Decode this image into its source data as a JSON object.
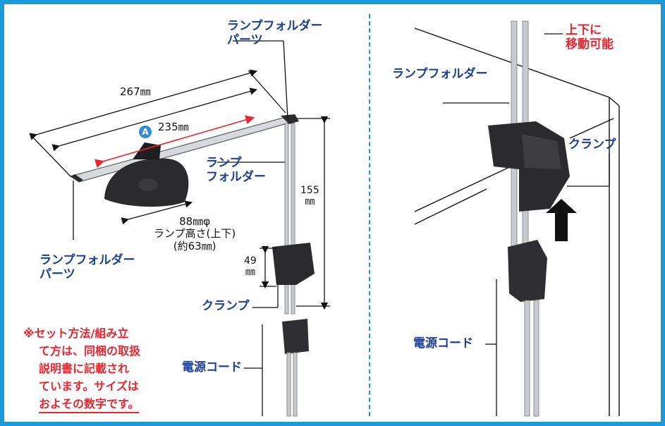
{
  "left": {
    "holder_parts_top": [
      "ランプフォルダー",
      "パーツ"
    ],
    "holder_parts_bottom": [
      "ランプフォルダー",
      "パーツ"
    ],
    "lamp_holder": [
      "ランプ",
      "フォルダー"
    ],
    "clamp": "クランプ",
    "power_cord": "電源コード",
    "dim_267": "267㎜",
    "dim_235": "235㎜",
    "badge": "A",
    "dim_155": [
      "155",
      "㎜"
    ],
    "dim_49": [
      "49",
      "㎜"
    ],
    "lamp_size": [
      "88㎜φ",
      "ランプ高さ(上下)",
      "(約63㎜)"
    ],
    "note": [
      "※セット方法/組み立",
      "て方は、同梱の取扱",
      "説明書に記載され",
      "ています。サイズは",
      "およその数字です。"
    ]
  },
  "right": {
    "movable": [
      "上下に",
      "移動可能"
    ],
    "lamp_holder": "ランプフォルダー",
    "clamp": "クランプ",
    "power_cord": "電源コード"
  },
  "colors": {
    "border": "#1a9ad6",
    "label_blue": "#1c3f8f",
    "accent_red": "#e8262f",
    "part_dark": "#2b2b2e",
    "rod_gray": "#c9cbcf"
  }
}
